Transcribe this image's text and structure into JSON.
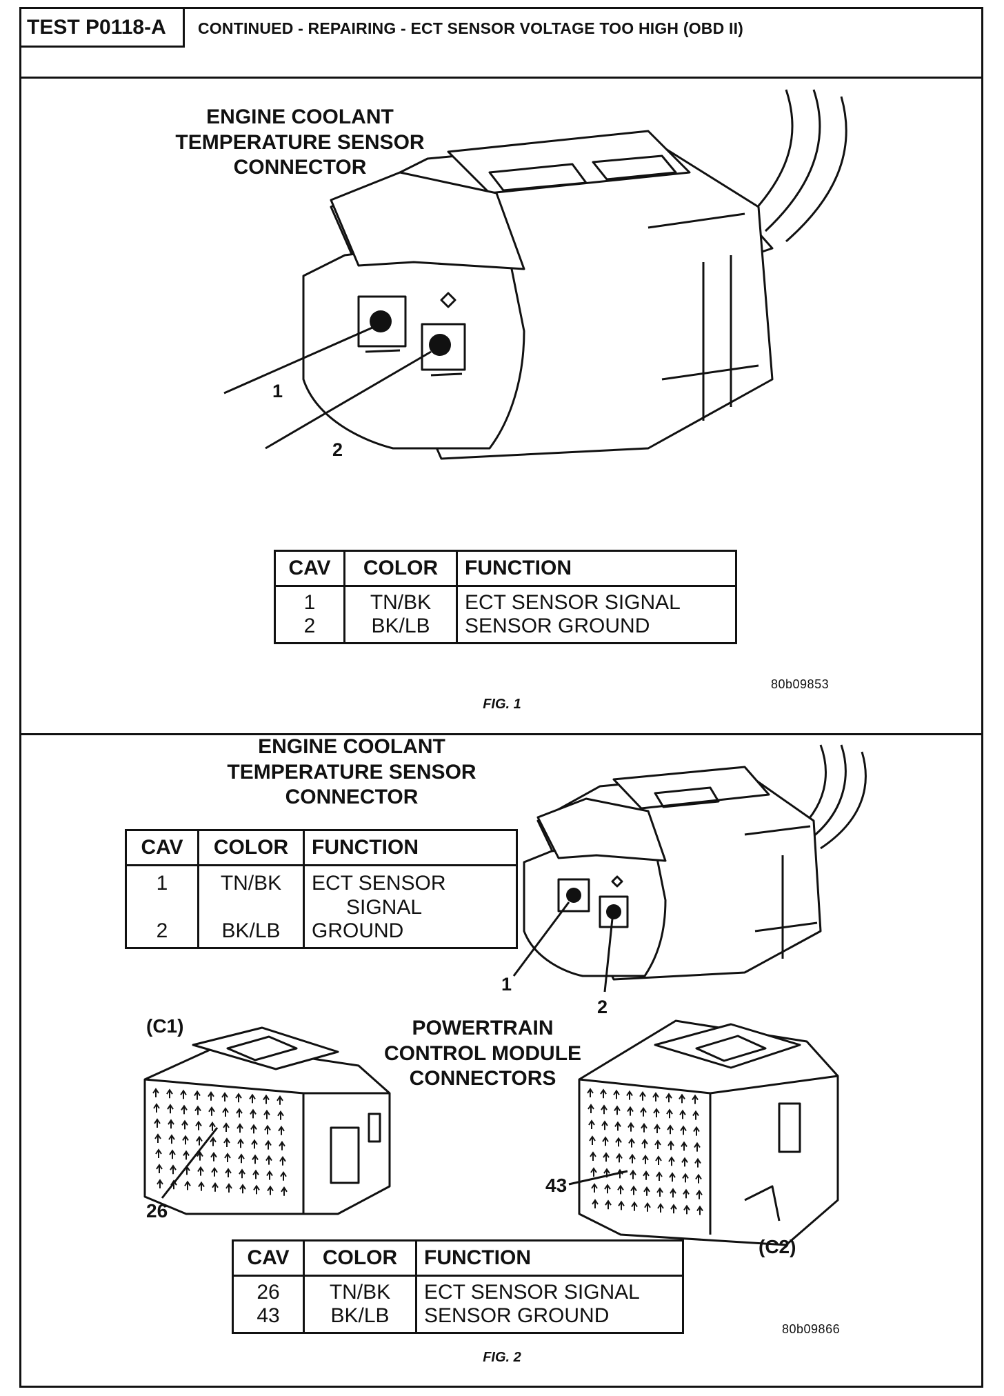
{
  "header": {
    "test_id": "TEST P0118-A",
    "title": "CONTINUED - REPAIRING - ECT SENSOR VOLTAGE TOO HIGH (OBD II)"
  },
  "fig1": {
    "label_line1": "ENGINE COOLANT",
    "label_line2": "TEMPERATURE SENSOR",
    "label_line3": "CONNECTOR",
    "callout_1": "1",
    "callout_2": "2",
    "table": {
      "headers": [
        "CAV",
        "COLOR",
        "FUNCTION"
      ],
      "rows": [
        {
          "cav": "1",
          "color": "TN/BK",
          "function": "ECT SENSOR SIGNAL"
        },
        {
          "cav": "2",
          "color": "BK/LB",
          "function": "SENSOR GROUND"
        }
      ]
    },
    "figure_number": "80b09853",
    "caption": "FIG. 1"
  },
  "fig2": {
    "ect_label_line1": "ENGINE COOLANT",
    "ect_label_line2": "TEMPERATURE SENSOR",
    "ect_label_line3": "CONNECTOR",
    "ect_table": {
      "headers": [
        "CAV",
        "COLOR",
        "FUNCTION"
      ],
      "rows": [
        {
          "cav": "1",
          "color": "TN/BK",
          "function_line1": "ECT SENSOR",
          "function_line2": "SIGNAL"
        },
        {
          "cav": "2",
          "color": "BK/LB",
          "function_line1": "GROUND",
          "function_line2": ""
        }
      ]
    },
    "ect_callout_1": "1",
    "ect_callout_2": "2",
    "pcm_label_line1": "POWERTRAIN",
    "pcm_label_line2": "CONTROL MODULE",
    "pcm_label_line3": "CONNECTORS",
    "c1_label": "(C1)",
    "c2_label": "(C2)",
    "callout_26": "26",
    "callout_43": "43",
    "pcm_table": {
      "headers": [
        "CAV",
        "COLOR",
        "FUNCTION"
      ],
      "rows": [
        {
          "cav": "26",
          "color": "TN/BK",
          "function": "ECT SENSOR SIGNAL"
        },
        {
          "cav": "43",
          "color": "BK/LB",
          "function": "SENSOR GROUND"
        }
      ]
    },
    "figure_number": "80b09866",
    "caption": "FIG. 2"
  }
}
